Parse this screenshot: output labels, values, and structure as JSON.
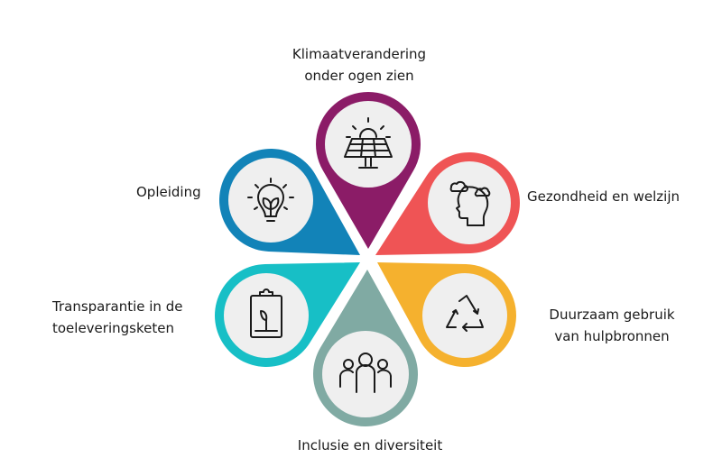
{
  "labels": {
    "climate": [
      "Klimaatverandering",
      "onder ogen zien"
    ],
    "health": "Gezondheid en welzijn",
    "education": "Opleiding",
    "supply_chain": [
      "Transparantie in de",
      "toeleveringsketen"
    ],
    "resources": [
      "Duurzaam gebruik",
      "van hulpbronnen"
    ],
    "inclusion": "Inclusie en diversiteit"
  },
  "colors": {
    "climate": "#8b1c67",
    "health": "#ef5455",
    "education": "#1283b8",
    "supply_chain": "#17bfc6",
    "resources": "#f5b12e",
    "inclusion": "#80aaa3",
    "inner": "#efefef"
  },
  "icons": {
    "climate": "solar-panel-icon",
    "health": "head-clouds-icon",
    "education": "lightbulb-plant-icon",
    "supply_chain": "clipboard-plant-icon",
    "resources": "recycle-icon",
    "inclusion": "people-group-icon"
  }
}
